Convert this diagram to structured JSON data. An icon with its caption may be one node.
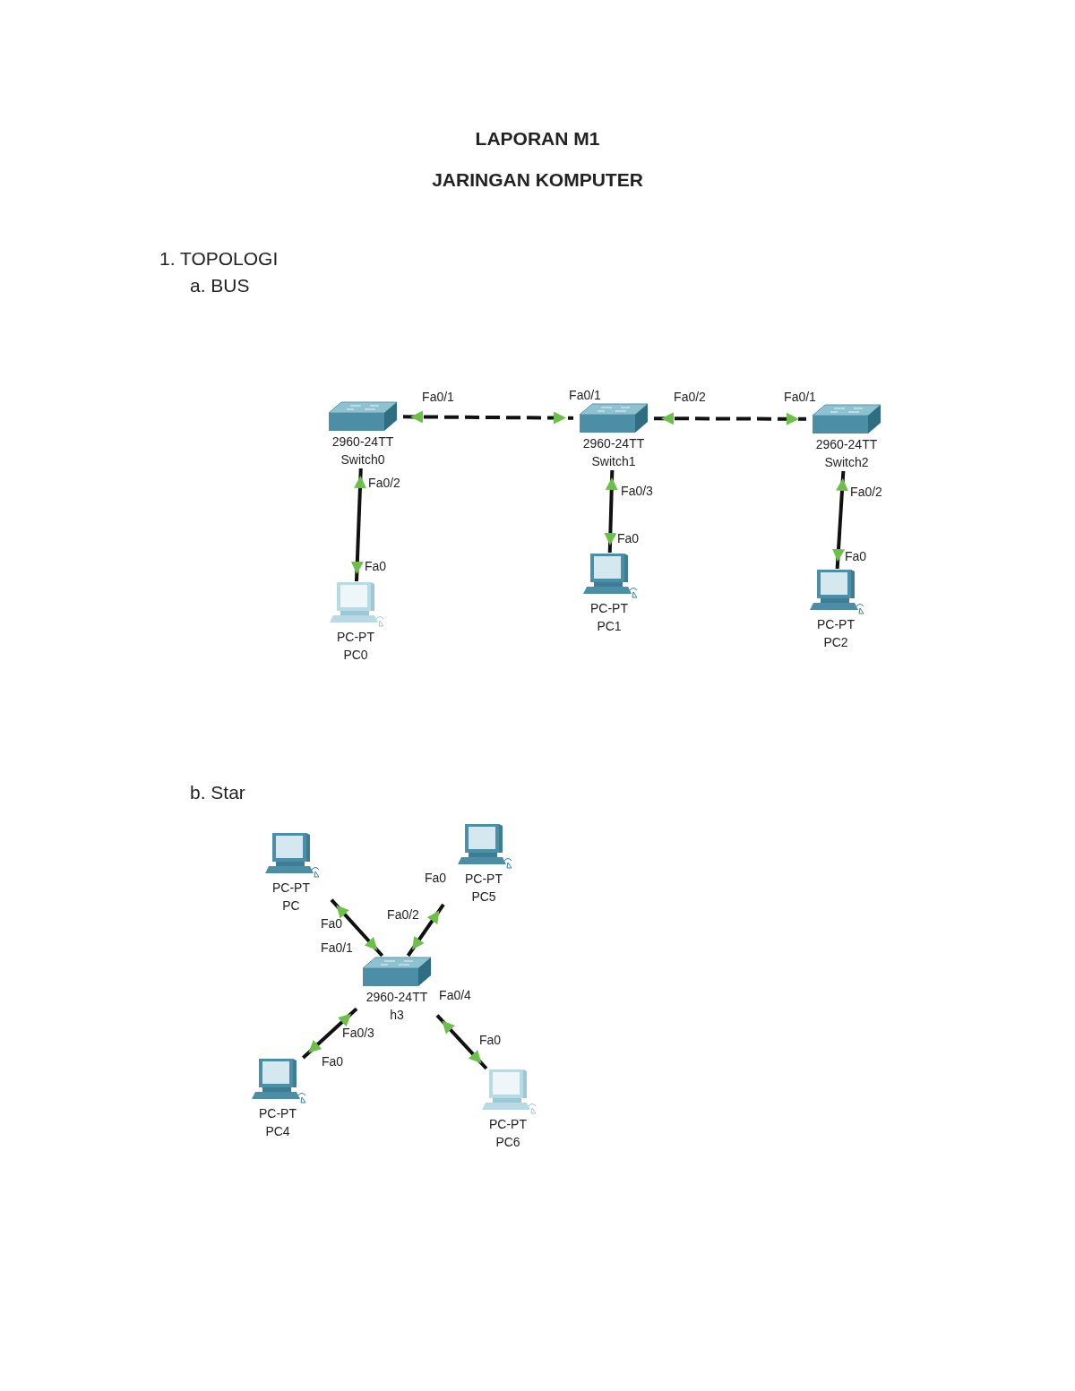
{
  "diagram": {
    "title": "LAPORAN M1",
    "nodes": [
      {
        "text": [
          "2960-24TT",
          "Switch0"
        ]
      },
      {
        "text": [
          "2960-24TT",
          "Switch1"
        ]
      },
      {
        "text": [
          "2960-24TT",
          "Switch2"
        ]
      },
      {
        "text": [
          "PC-PT",
          "PC0"
        ]
      },
      {
        "text": [
          "PC-PT",
          "PC1"
        ]
      },
      {
        "text": [
          "PC-PT",
          "PC2"
        ]
      },
      {
        "text": [
          "PC-PT",
          "PC"
        ]
      },
      {
        "text": [
          "PC-PT",
          "PC5"
        ]
      },
      {
        "text": [
          "2960-24TT",
          "h3"
        ]
      },
      {
        "text": [
          "PC-PT",
          "PC4"
        ]
      },
      {
        "text": [
          "PC-PT",
          "PC6"
        ]
      }
    ],
    "edges": [
      {
        "from": 0,
        "to": 1,
        "arrow": "both",
        "style": "dashed"
      },
      {
        "from": 1,
        "to": 2,
        "arrow": "both",
        "style": "dashed"
      },
      {
        "from": 0,
        "to": 3,
        "arrow": "both"
      },
      {
        "from": 1,
        "to": 4,
        "arrow": "both"
      },
      {
        "from": 2,
        "to": 5,
        "arrow": "both"
      },
      {
        "from": 6,
        "to": 8,
        "arrow": "both"
      },
      {
        "from": 7,
        "to": 8,
        "arrow": "both"
      },
      {
        "from": 8,
        "to": 9,
        "arrow": "both"
      },
      {
        "from": 8,
        "to": 10,
        "arrow": "both"
      }
    ],
    "labels": [
      "JARINGAN KOMPUTER",
      "1. TOPOLOGI",
      "a. BUS",
      "Fa0/1",
      "Fa0/1",
      "Fa0/2",
      "Fa0/1",
      "Fa0/2",
      "Fa0/3",
      "Fa0/2",
      "Fa0",
      "Fa0",
      "Fa0",
      "b. Star",
      "Fa0",
      "Fa0",
      "Fa0/2",
      "Fa0/1",
      "Fa0/4",
      "Fa0/3",
      "Fa0",
      "Fa0"
    ]
  }
}
